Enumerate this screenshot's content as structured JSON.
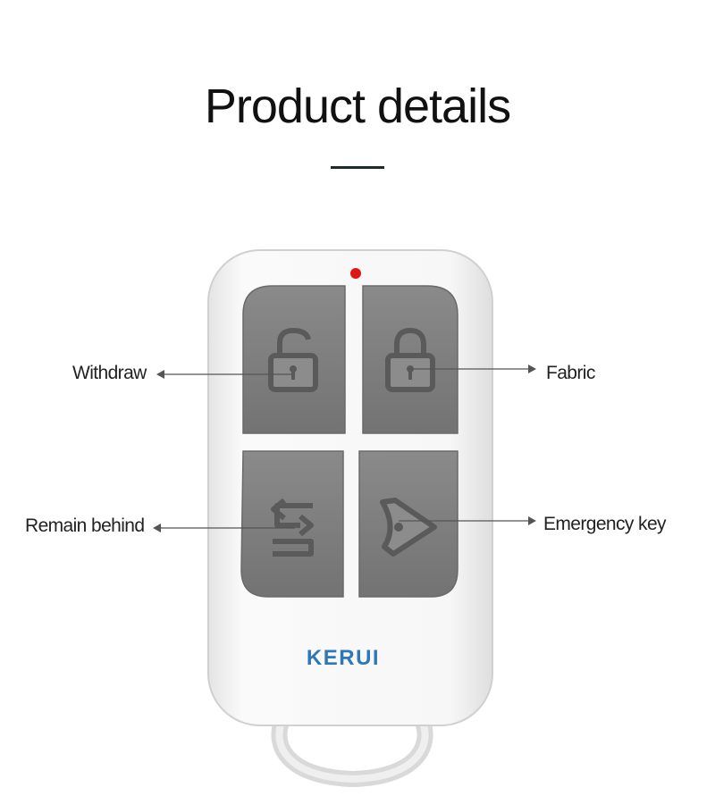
{
  "header": {
    "title": "Product details"
  },
  "device": {
    "brand": "KERUI",
    "brand_color": "#2f78b8",
    "indicator_color": "#e01616",
    "button_color": "#7d7d7d",
    "body_color": "#f6f6f6",
    "buttons": [
      {
        "position": "top-left",
        "icon": "unlock-icon"
      },
      {
        "position": "top-right",
        "icon": "lock-icon"
      },
      {
        "position": "bottom-left",
        "icon": "home-arm-icon"
      },
      {
        "position": "bottom-right",
        "icon": "alarm-bell-icon"
      }
    ]
  },
  "callouts": {
    "withdraw": "Withdraw",
    "fabric": "Fabric",
    "remain_behind": "Remain behind",
    "emergency_key": "Emergency key"
  }
}
